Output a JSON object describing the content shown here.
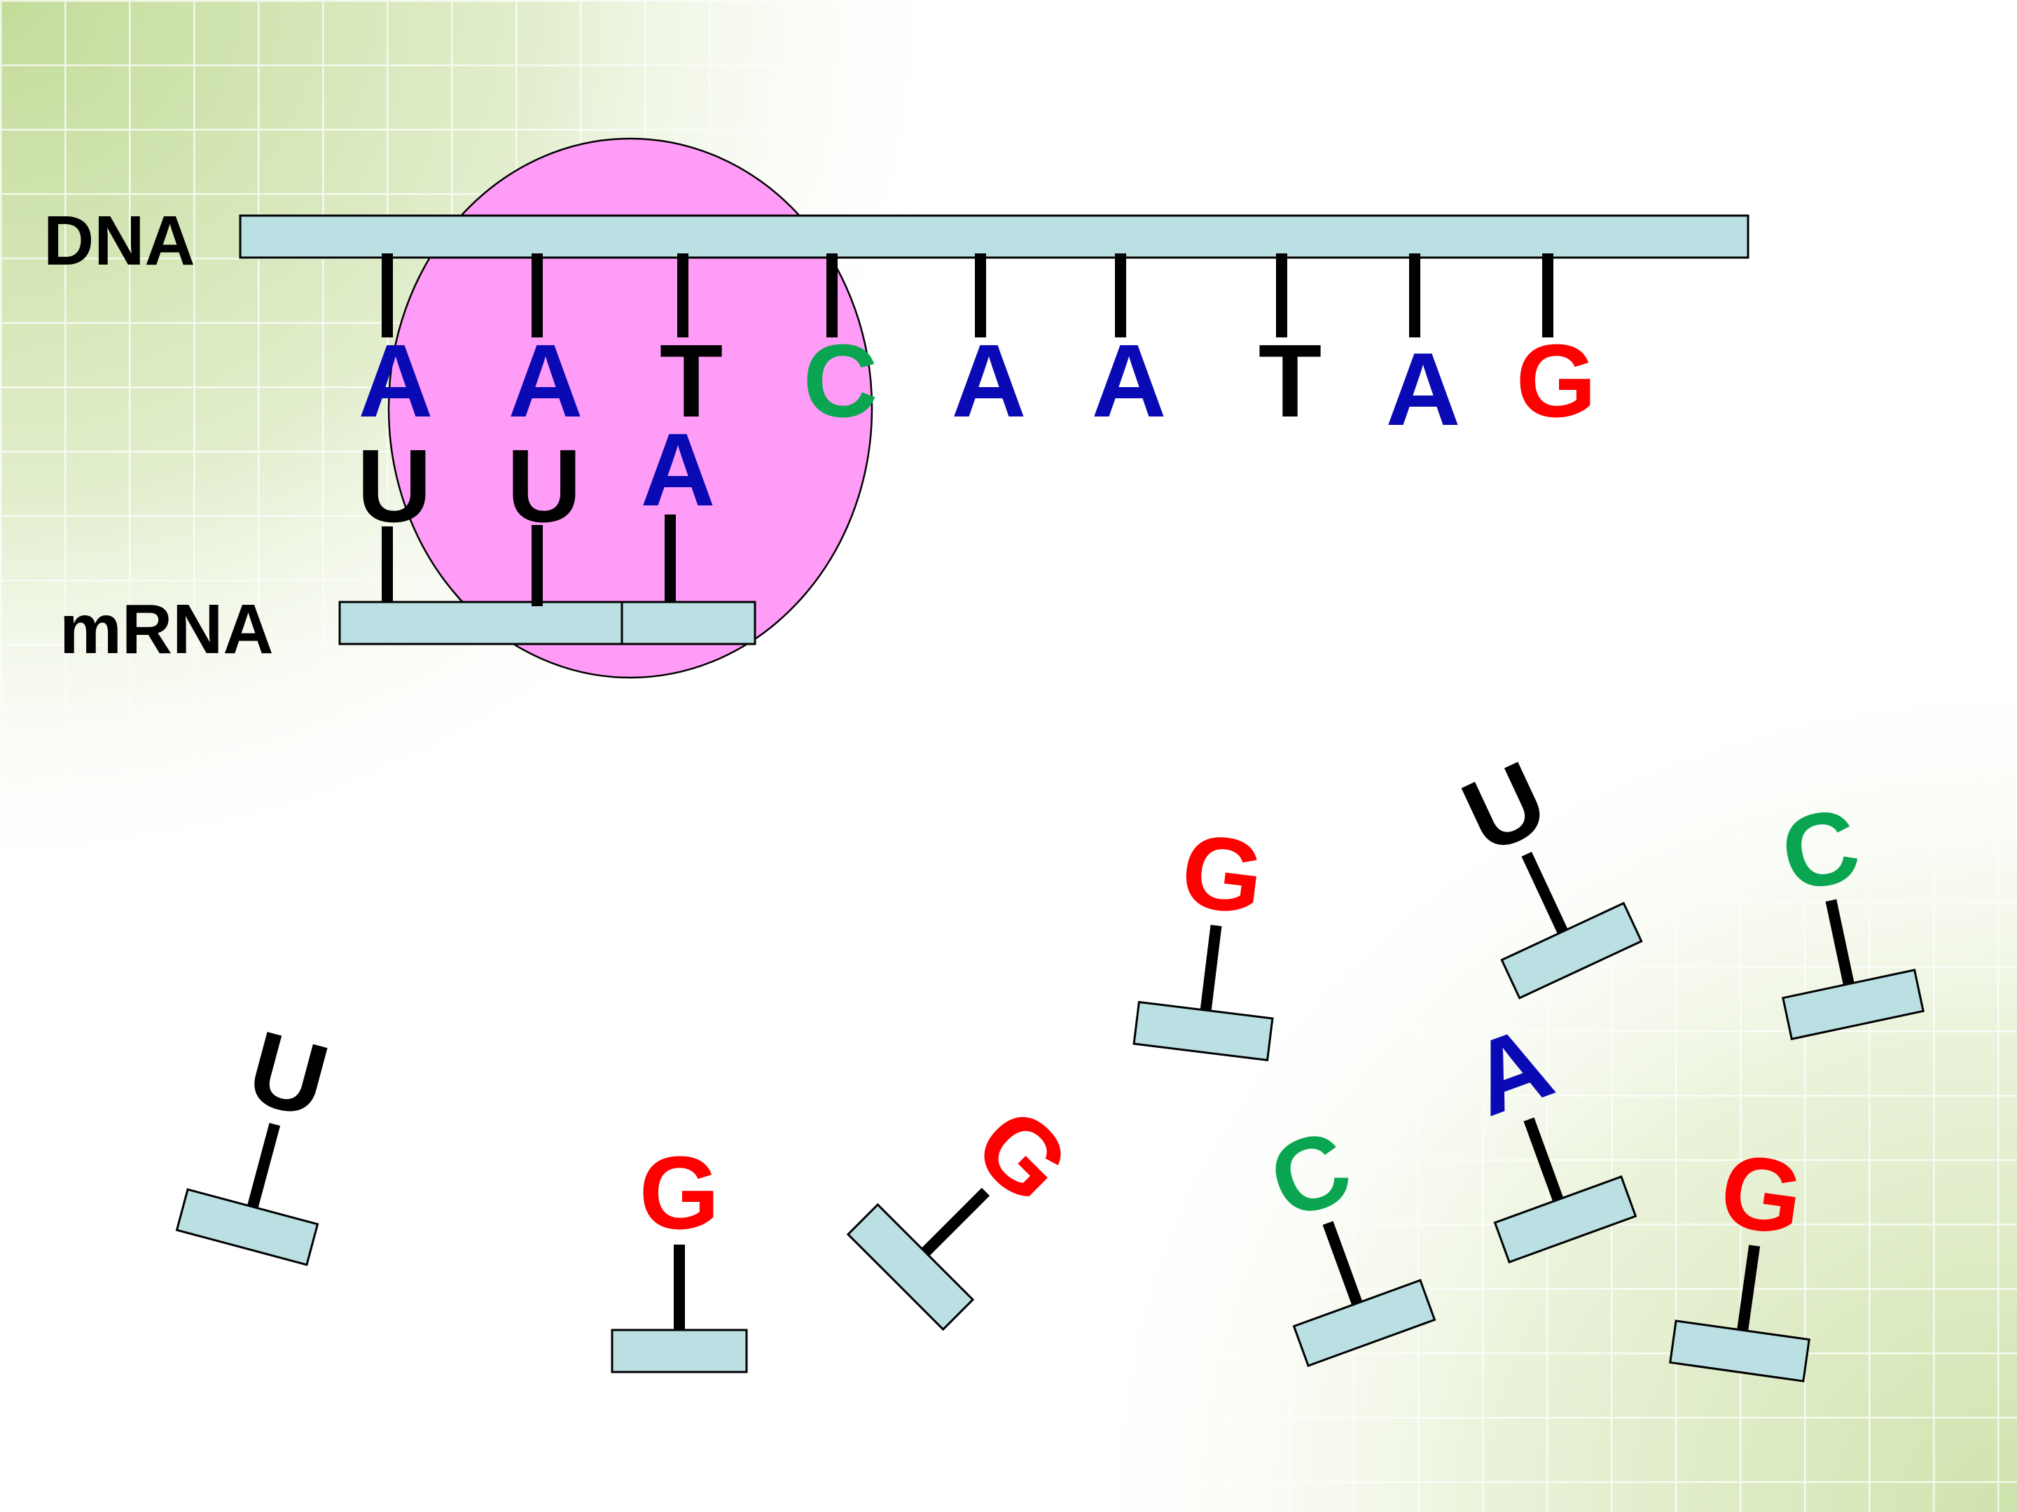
{
  "labels": {
    "dna": "DNA",
    "mrna": "mRNA"
  },
  "colors": {
    "A": "#0a0ab4",
    "T": "#000000",
    "C": "#0aa550",
    "G": "#ff0000",
    "U": "#000000",
    "strand_fill": "#bae0e3",
    "polymerase_fill": "#ff9cf7"
  },
  "dna": {
    "bases": [
      "A",
      "A",
      "T",
      "C",
      "A",
      "A",
      "T",
      "A",
      "G"
    ]
  },
  "mrna": {
    "bases": [
      "U",
      "U",
      "A"
    ]
  },
  "free_nucleotides": [
    {
      "base": "U"
    },
    {
      "base": "G"
    },
    {
      "base": "G"
    },
    {
      "base": "G"
    },
    {
      "base": "U"
    },
    {
      "base": "C"
    },
    {
      "base": "A"
    },
    {
      "base": "C"
    },
    {
      "base": "G"
    }
  ]
}
